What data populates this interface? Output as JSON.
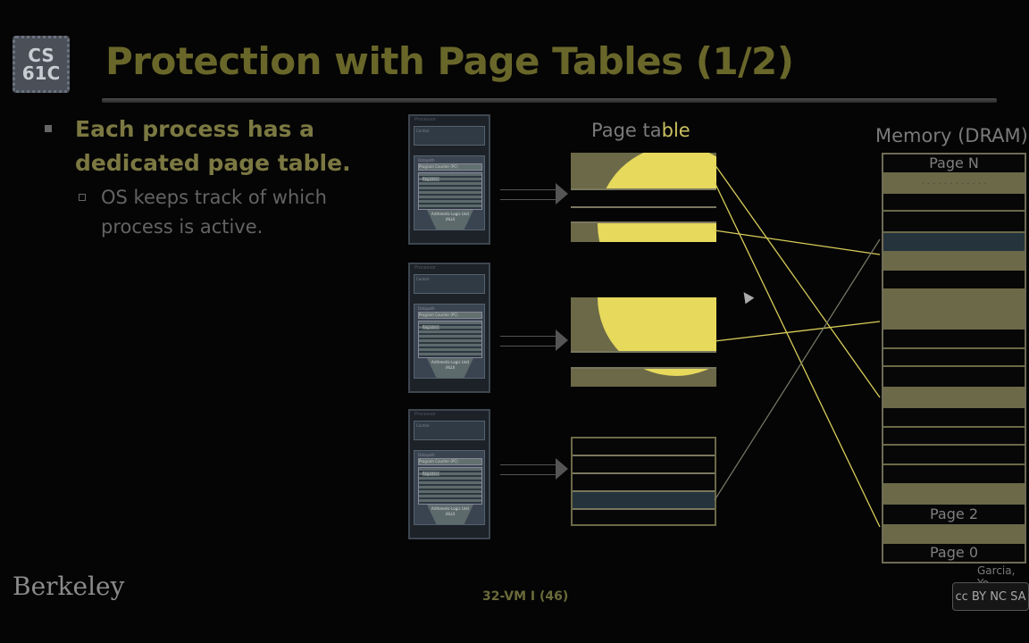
{
  "slide": {
    "logo_line1": "CS",
    "logo_line2": "61C",
    "title": "Protection with Page Tables (1/2)",
    "bullet": "Each process has a dedicated page table.",
    "sub_bullet": "OS keeps track of which process is active.",
    "page_table_label_plain": "Page ta",
    "page_table_label_hl": "ble",
    "memory_label": "Memory (DRAM)",
    "mem_page_top": "Page N",
    "mem_dots": ". . . . . . . . . . . .",
    "mem_page_2": "Page 2",
    "mem_page_0": "Page 0",
    "footer_university": "Berkeley",
    "footer_slide_number": "32-VM I (46)",
    "footer_author": "Garcia, Yo",
    "cc_badge": "cc BY NC SA"
  },
  "processor": {
    "caption": "Processor",
    "control_label": "Control",
    "datapath_label": "Datapath",
    "pc_label": "Program Counter (PC)",
    "registers_label": "Registers",
    "alu_label": "Arithmetic-Logic Unit (ALU)"
  },
  "colors": {
    "highlight": "#e6d95c",
    "title": "#69662a",
    "page_row": "#6b6947",
    "active_row": "#25343c"
  }
}
